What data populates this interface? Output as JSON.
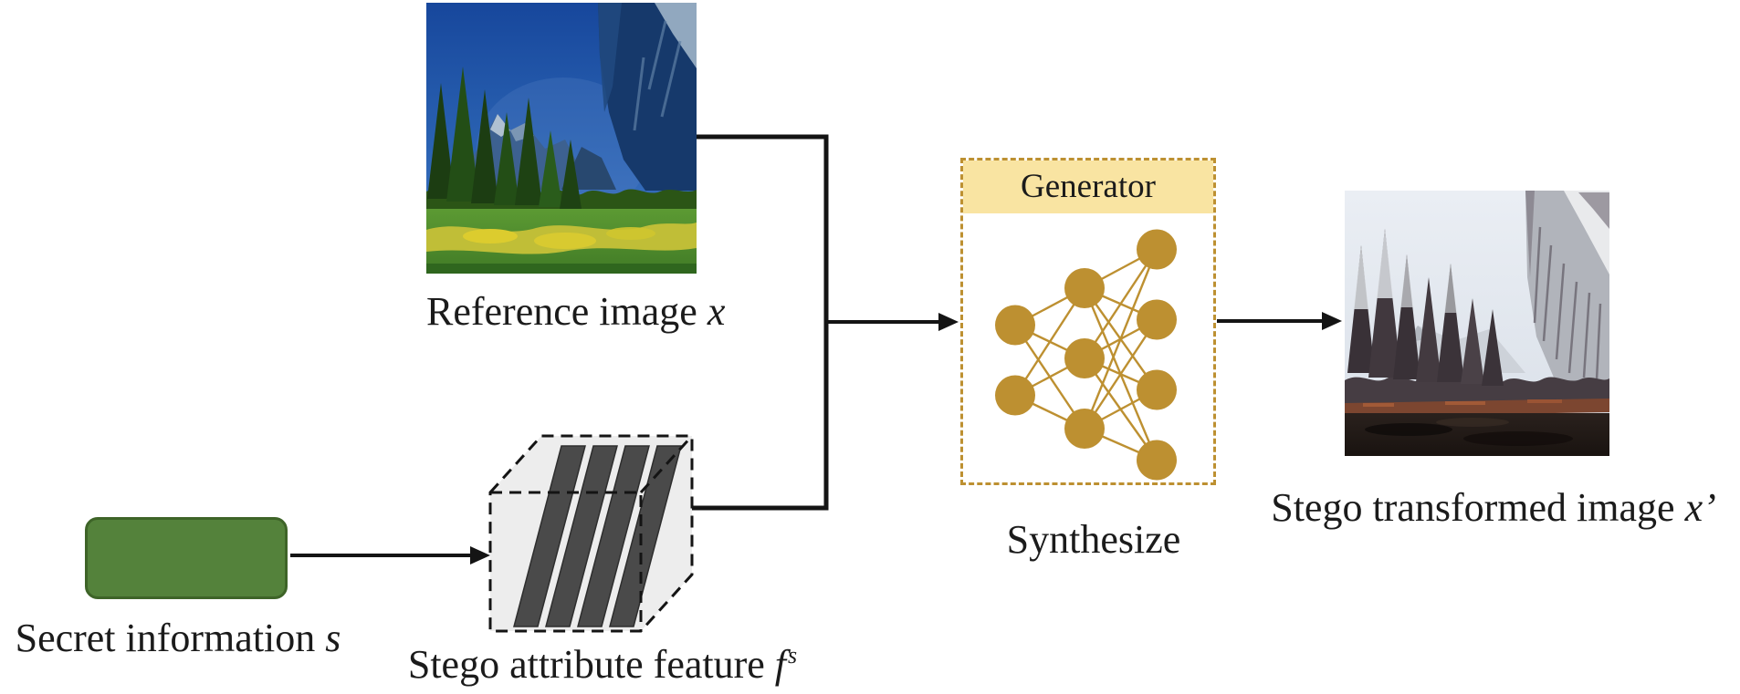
{
  "labels": {
    "reference_image": {
      "text": "Reference image",
      "symbol": "x"
    },
    "secret_information": {
      "text": "Secret information",
      "symbol": "s"
    },
    "stego_attribute_feature": {
      "text": "Stego attribute feature",
      "symbol": "f",
      "superscript": "s"
    },
    "generator": "Generator",
    "synthesize": "Synthesize",
    "stego_transformed_image": {
      "text": "Stego transformed image",
      "symbol": "x’"
    }
  },
  "network": {
    "layers": [
      2,
      3,
      4
    ]
  },
  "colors": {
    "gold": "#BD9031",
    "gold_light": "#F9E4A2",
    "green_fill": "#54823B",
    "green_border": "#3E6428",
    "line": "#141414",
    "slab": "#4A4A4A",
    "stack_fill": "#EDEDED",
    "ink": "#1B1B1B"
  }
}
